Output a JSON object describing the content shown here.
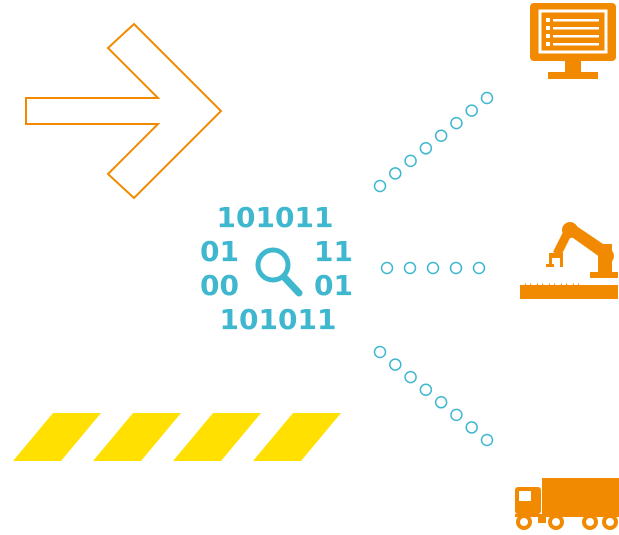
{
  "colors": {
    "orange": "#f18a00",
    "cyan": "#3fb7cf",
    "yellow": "#ffe000",
    "background": "#ffffff"
  },
  "binary": {
    "top": "101011",
    "left_upper": "01",
    "left_lower": "00",
    "right_upper": "11",
    "right_lower": "01",
    "bottom": "101011"
  },
  "icons": [
    "arrow-outline-icon",
    "magnifier-icon",
    "monitor-icon",
    "robot-arm-icon",
    "truck-icon",
    "hazard-stripes"
  ],
  "dot_paths": [
    {
      "name": "dots-to-monitor",
      "count": 8
    },
    {
      "name": "dots-to-robot",
      "count": 5
    },
    {
      "name": "dots-to-truck",
      "count": 8
    }
  ],
  "hazard_stripe_count": 4
}
